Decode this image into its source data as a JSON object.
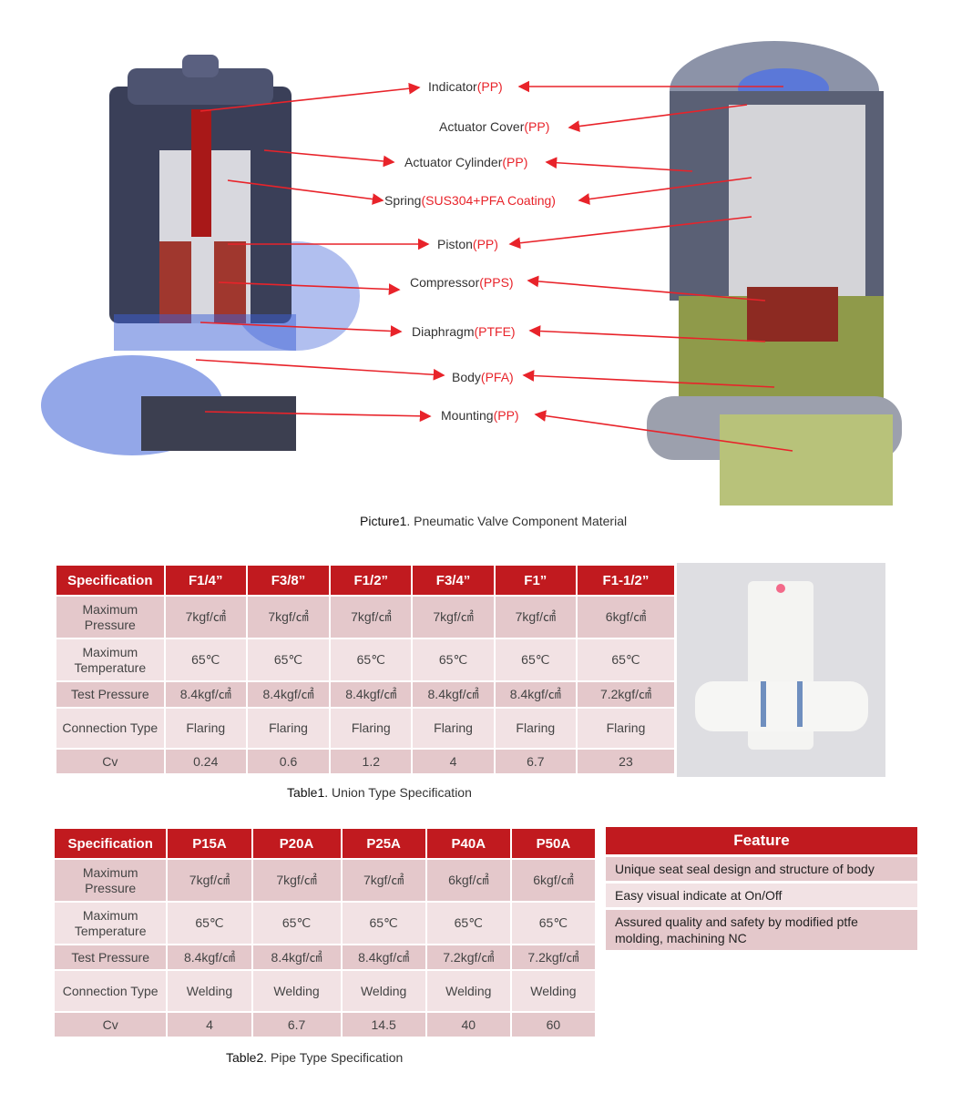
{
  "diagram": {
    "labels": [
      {
        "name": "Indicator",
        "material": "(PP)"
      },
      {
        "name": "Actuator Cover",
        "material": "(PP)"
      },
      {
        "name": "Actuator Cylinder",
        "material": "(PP)"
      },
      {
        "name": "Spring",
        "material": "(SUS304+PFA Coating)"
      },
      {
        "name": "Piston",
        "material": "(PP)"
      },
      {
        "name": "Compressor",
        "material": "(PPS)"
      },
      {
        "name": "Diaphragm",
        "material": "(PTFE)"
      },
      {
        "name": "Body",
        "material": "(PFA)"
      },
      {
        "name": "Mounting",
        "material": "(PP)"
      }
    ],
    "caption_prefix": "Picture1",
    "caption": ". Pneumatic Valve Component Material"
  },
  "table1": {
    "headers": [
      "Specification",
      "F1/4”",
      "F3/8”",
      "F1/2”",
      "F3/4”",
      "F1”",
      "F1-1/2”"
    ],
    "rows": [
      [
        "Maximum Pressure",
        "7kgf/㎠",
        "7kgf/㎠",
        "7kgf/㎠",
        "7kgf/㎠",
        "7kgf/㎠",
        "6kgf/㎠"
      ],
      [
        "Maximum Temperature",
        "65℃",
        "65℃",
        "65℃",
        "65℃",
        "65℃",
        "65℃"
      ],
      [
        "Test Pressure",
        "8.4kgf/㎠",
        "8.4kgf/㎠",
        "8.4kgf/㎠",
        "8.4kgf/㎠",
        "8.4kgf/㎠",
        "7.2kgf/㎠"
      ],
      [
        "Connection Type",
        "Flaring",
        "Flaring",
        "Flaring",
        "Flaring",
        "Flaring",
        "Flaring"
      ],
      [
        "Cv",
        "0.24",
        "0.6",
        "1.2",
        "4",
        "6.7",
        "23"
      ]
    ],
    "caption_prefix": "Table1",
    "caption": ". Union Type Specification"
  },
  "table2": {
    "headers": [
      "Specification",
      "P15A",
      "P20A",
      "P25A",
      "P40A",
      "P50A"
    ],
    "rows": [
      [
        "Maximum Pressure",
        "7kgf/㎠",
        "7kgf/㎠",
        "7kgf/㎠",
        "6kgf/㎠",
        "6kgf/㎠"
      ],
      [
        "Maximum Temperature",
        "65℃",
        "65℃",
        "65℃",
        "65℃",
        "65℃"
      ],
      [
        "Test Pressure",
        "8.4kgf/㎠",
        "8.4kgf/㎠",
        "8.4kgf/㎠",
        "7.2kgf/㎠",
        "7.2kgf/㎠"
      ],
      [
        "Connection Type",
        "Welding",
        "Welding",
        "Welding",
        "Welding",
        "Welding"
      ],
      [
        "Cv",
        "4",
        "6.7",
        "14.5",
        "40",
        "60"
      ]
    ],
    "caption_prefix": "Table2",
    "caption": ". Pipe Type Specification"
  },
  "feature": {
    "title": "Feature",
    "items": [
      "Unique seat seal design and structure of body",
      "Easy visual indicate at On/Off",
      "Assured quality and safety by modified ptfe molding, machining NC"
    ]
  },
  "colors": {
    "header": "#c11a1f",
    "row_dark": "#e4c8cb",
    "row_light": "#f2e2e4",
    "arrow": "#e8232a"
  }
}
